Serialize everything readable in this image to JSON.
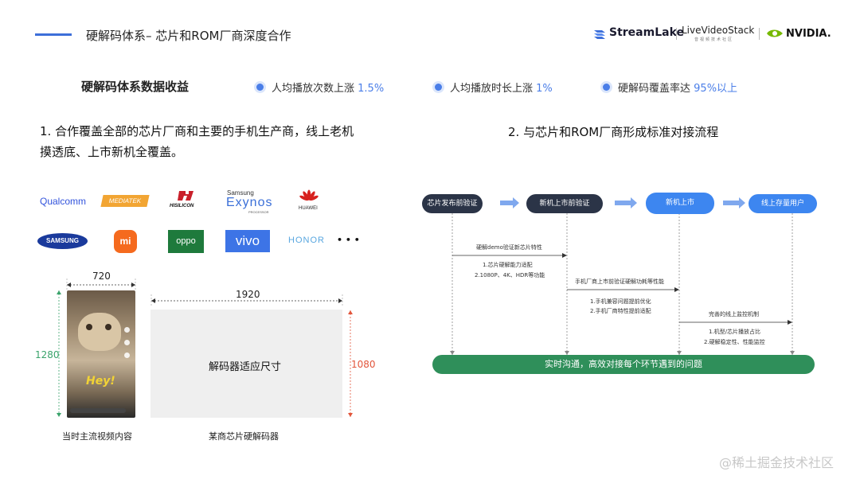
{
  "header": {
    "title": "硬解码体系– 芯片和ROM厂商深度合作",
    "logos": {
      "streamlake": "StreamLake",
      "livevideostack": "LiveVideoStack",
      "livevideostack_sub": "音视频技术社区",
      "nvidia": "NVIDIA."
    }
  },
  "metrics": {
    "title": "硬解码体系数据收益",
    "items": [
      {
        "label": "人均播放次数上涨",
        "value": "1.5%"
      },
      {
        "label": "人均播放时长上涨",
        "value": "1%"
      },
      {
        "label": "硬解码覆盖率达",
        "value": "95%以上"
      }
    ]
  },
  "section1": {
    "text": "1. 合作覆盖全部的芯片厂商和主要的手机生产商，线上老机摸透底、上市新机全覆盖。",
    "chip_brands": [
      "Qualcomm",
      "MEDIATEK",
      "HISILICON",
      "Samsung",
      "Exynos",
      "PROCESSOR",
      "HUAWEI"
    ],
    "phone_brands": [
      "SAMSUNG",
      "mi",
      "oppo",
      "vivo",
      "HONOR",
      "• • •"
    ]
  },
  "diagram": {
    "phone_width": "720",
    "phone_height": "1280",
    "decoder_width": "1920",
    "decoder_height": "1080",
    "decoder_label": "解码器适应尺寸",
    "phone_caption": "当时主流视频内容",
    "decoder_caption": "某商芯片硬解码器",
    "sticker": "Hey!"
  },
  "section2": {
    "title": "2. 与芯片和ROM厂商形成标准对接流程",
    "nodes": [
      "芯片发布前验证",
      "新机上市前验证",
      "新机上市",
      "线上存量用户"
    ],
    "messages": [
      {
        "title": "硬解demo验证新芯片特性",
        "notes": [
          "1.芯片硬解能力适配",
          "2.1080P、4K、HDR等功能"
        ]
      },
      {
        "title": "手机厂商上市前验证硬解功耗等性能",
        "notes": [
          "1.手机兼容问题提前优化",
          "2.手机厂商特性提前适配"
        ]
      },
      {
        "title": "完善的线上监控机制",
        "notes": [
          "1.机型/芯片播放占比",
          "2.硬解稳定性、性能监控"
        ]
      }
    ],
    "bottom_bar": "实时沟通，高效对接每个环节遇到的问题"
  },
  "watermark": "@稀土掘金技术社区",
  "colors": {
    "accent_blue": "#4a7ee8",
    "node_dark": "#2b3447",
    "node_blue": "#3d86f0",
    "bar_green": "#2f8f5a",
    "dim_green": "#3aa36b",
    "dim_red": "#e2553b"
  }
}
